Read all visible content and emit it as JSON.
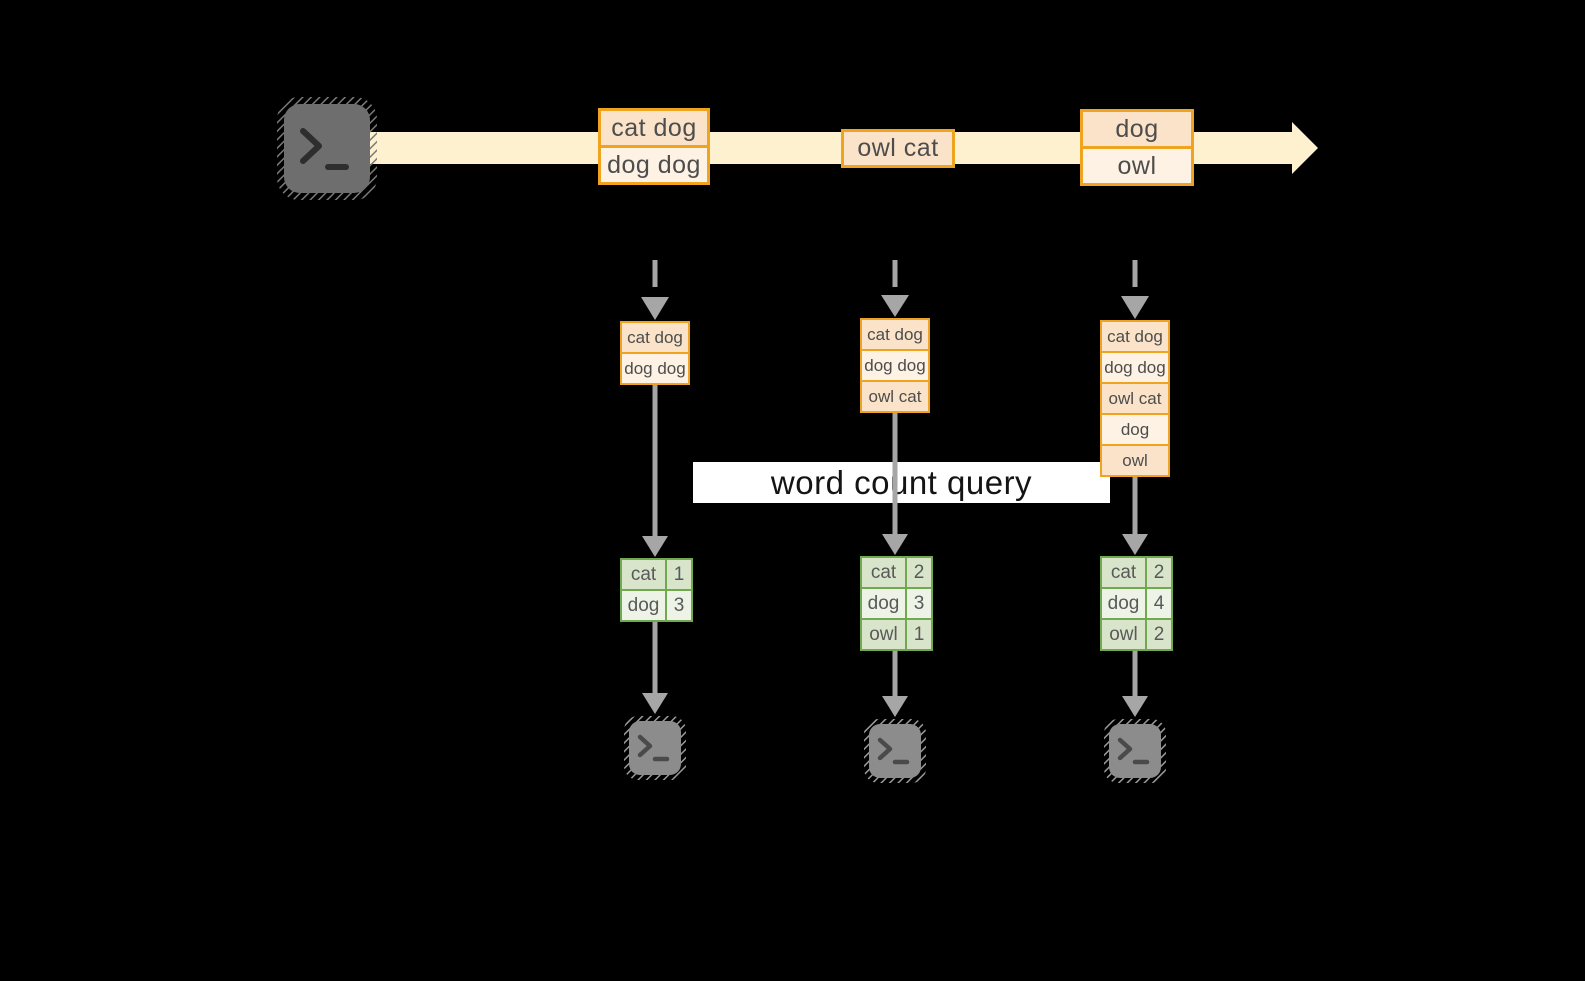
{
  "query_label": "word count query",
  "stream": {
    "events": [
      {
        "lines": [
          "cat dog",
          "dog dog"
        ]
      },
      {
        "lines": [
          "owl cat"
        ]
      },
      {
        "lines": [
          "dog",
          "owl"
        ]
      }
    ]
  },
  "stacks": [
    {
      "rows": [
        "cat dog",
        "dog dog"
      ]
    },
    {
      "rows": [
        "cat dog",
        "dog dog",
        "owl cat"
      ]
    },
    {
      "rows": [
        "cat dog",
        "dog dog",
        "owl cat",
        "dog",
        "owl"
      ]
    }
  ],
  "tables": [
    {
      "rows": [
        [
          "cat",
          "1"
        ],
        [
          "dog",
          "3"
        ]
      ]
    },
    {
      "rows": [
        [
          "cat",
          "2"
        ],
        [
          "dog",
          "3"
        ],
        [
          "owl",
          "1"
        ]
      ]
    },
    {
      "rows": [
        [
          "cat",
          "2"
        ],
        [
          "dog",
          "4"
        ],
        [
          "owl",
          "2"
        ]
      ]
    }
  ],
  "icons": {
    "source": "terminal-icon",
    "sinks": [
      "terminal-icon",
      "terminal-icon",
      "terminal-icon"
    ]
  },
  "colors": {
    "accent_orange": "#F0A31F",
    "event_peach": "#FAE3C8",
    "event_cream": "#FDF2E3",
    "stream_band": "#FDF1D0",
    "green_border": "#71A94E",
    "green_fill": "#D9E5CB",
    "green_fill_light": "#EEF3E7",
    "arrow_gray": "#A6A6A6",
    "terminal_dark": "#6E6E6E",
    "terminal_light": "#8C8C8C",
    "background": "#000000"
  }
}
